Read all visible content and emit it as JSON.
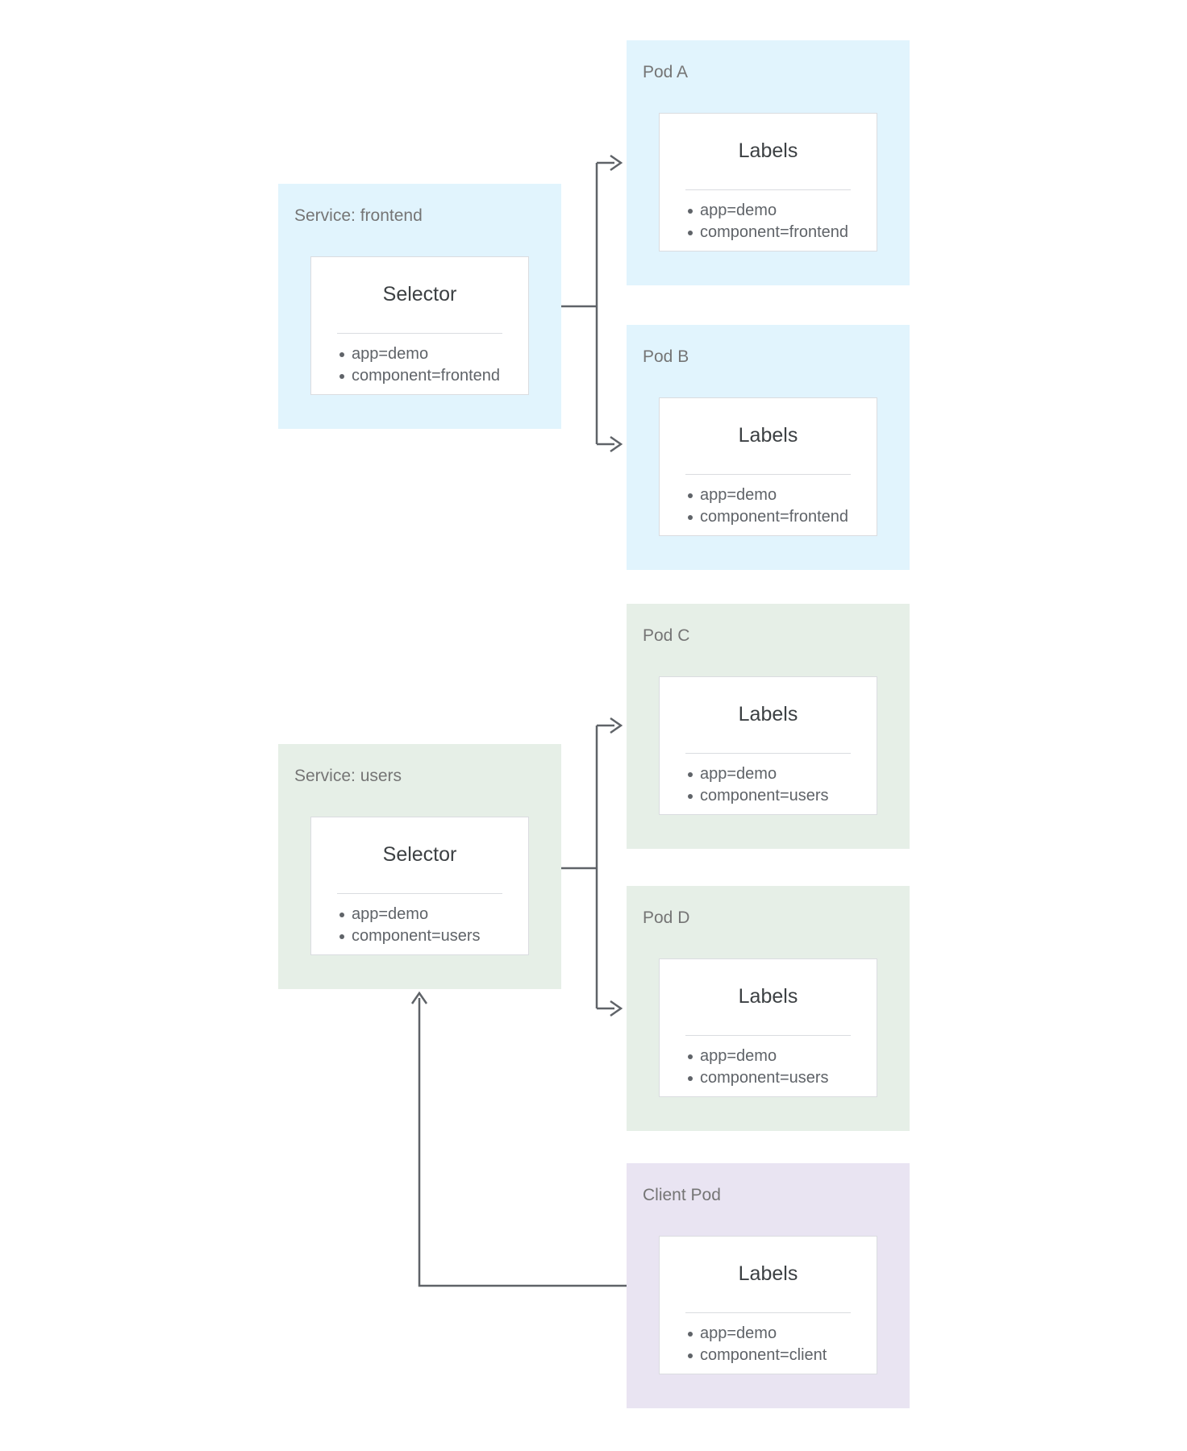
{
  "colors": {
    "page_bg": "#ffffff",
    "accent_blue": "#e1f4fd",
    "accent_green": "#e6efe7",
    "accent_purple": "#e9e4f2",
    "card_bg": "#ffffff",
    "card_border": "#dadce0",
    "heading_text": "#3c4043",
    "body_text": "#5f6368",
    "title_text": "#757575",
    "line": "#5f6368"
  },
  "nodes": [
    {
      "id": "service-frontend",
      "title": "Service: frontend",
      "card": {
        "heading": "Selector",
        "items": [
          "app=demo",
          "component=frontend"
        ]
      }
    },
    {
      "id": "pod-a",
      "title": "Pod A",
      "card": {
        "heading": "Labels",
        "items": [
          "app=demo",
          "component=frontend"
        ]
      }
    },
    {
      "id": "pod-b",
      "title": "Pod B",
      "card": {
        "heading": "Labels",
        "items": [
          "app=demo",
          "component=frontend"
        ]
      }
    },
    {
      "id": "pod-c",
      "title": "Pod C",
      "card": {
        "heading": "Labels",
        "items": [
          "app=demo",
          "component=users"
        ]
      }
    },
    {
      "id": "service-users",
      "title": "Service: users",
      "card": {
        "heading": "Selector",
        "items": [
          "app=demo",
          "component=users"
        ]
      }
    },
    {
      "id": "pod-d",
      "title": "Pod D",
      "card": {
        "heading": "Labels",
        "items": [
          "app=demo",
          "component=users"
        ]
      }
    },
    {
      "id": "client-pod",
      "title": "Client Pod",
      "card": {
        "heading": "Labels",
        "items": [
          "app=demo",
          "component=client"
        ]
      }
    }
  ],
  "edges": [
    {
      "from": "service-frontend",
      "to": "pod-a"
    },
    {
      "from": "service-frontend",
      "to": "pod-b"
    },
    {
      "from": "service-users",
      "to": "pod-c"
    },
    {
      "from": "service-users",
      "to": "pod-d"
    },
    {
      "from": "client-pod",
      "to": "service-users"
    }
  ]
}
